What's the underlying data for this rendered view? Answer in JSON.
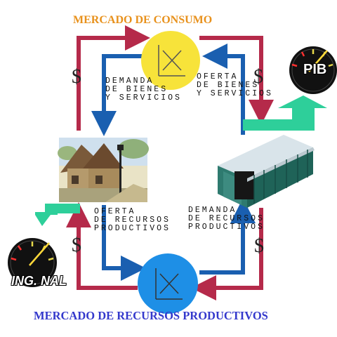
{
  "markets": {
    "consumo": "MERCADO DE CONSUMO",
    "recursos": "MERCADO DE RECURSOS PRODUCTIVOS"
  },
  "flows": {
    "demanda_bienes": "DEMANDA\nDE BIENES\nY SERVICIOS",
    "oferta_bienes": "OFERTA\nDE BIENES\nY SERVICIOS",
    "oferta_recursos": "OFERTA\nDE RECURSOS\nPRODUCTIVOS",
    "demanda_recursos": "DEMANDA\nDE RECURSOS\nPRODUCTIVOS"
  },
  "money_symbol": "$",
  "gauges": {
    "pib": "PIB",
    "ingreso_nacional": "ING. NAL"
  },
  "colors": {
    "money_flow": "#b52a4a",
    "real_flow": "#1a5fb0",
    "market_consumo": "#f7e33a",
    "market_recursos": "#1e8fe6",
    "gauge_arrow": "#2ecf9a",
    "title_consumo": "#e8911c",
    "title_recursos": "#3338cc"
  }
}
